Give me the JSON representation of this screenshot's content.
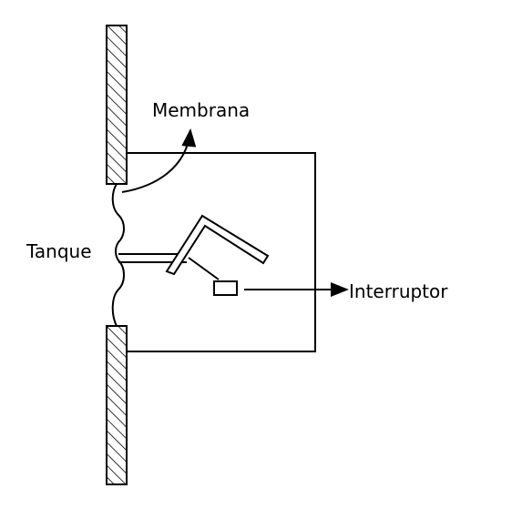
{
  "labels": {
    "membrana": "Membrana",
    "tanque": "Tanque",
    "interruptor": "Interruptor"
  },
  "colors": {
    "stroke": "#000000",
    "background": "#ffffff"
  }
}
